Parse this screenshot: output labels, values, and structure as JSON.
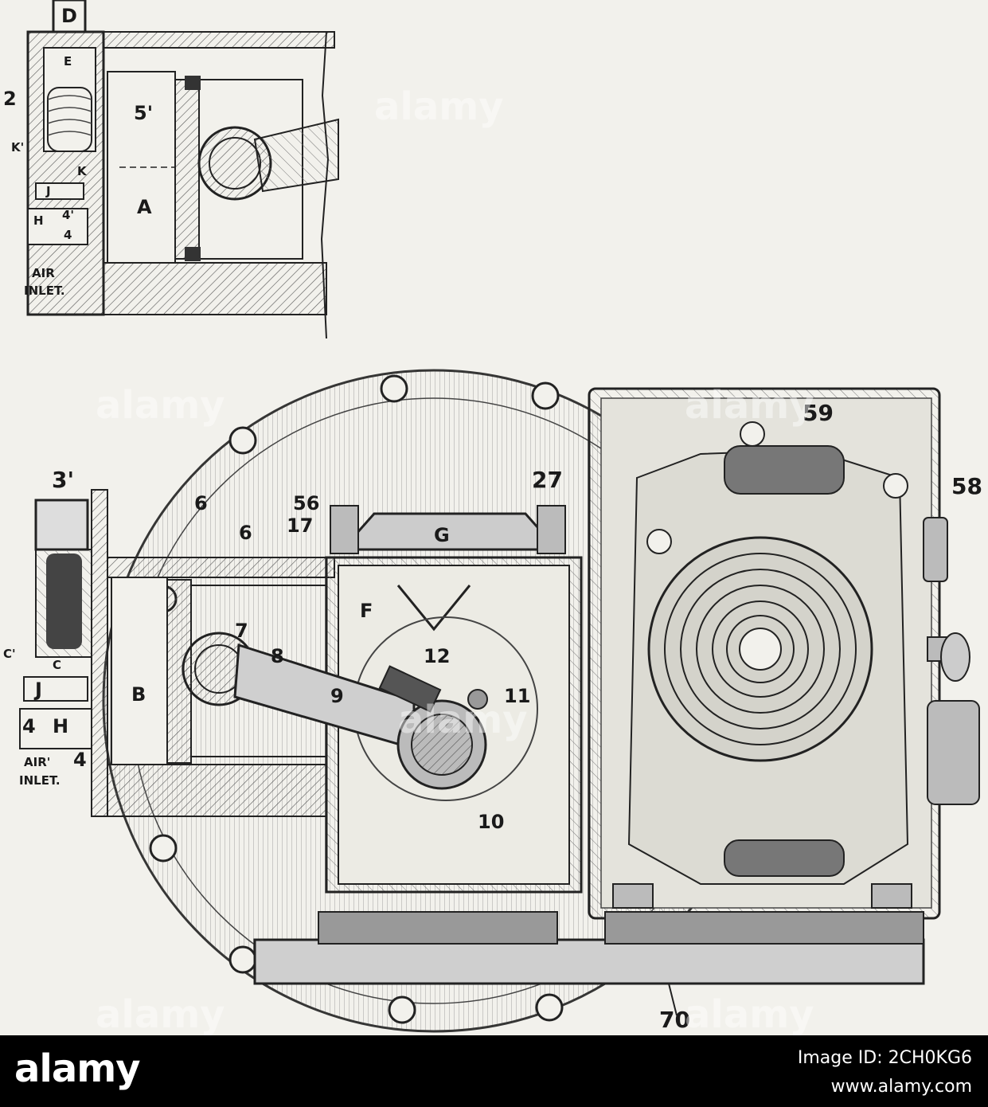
{
  "diagram": {
    "top_detail_labels": {
      "d": "D",
      "e": "E",
      "two": "2",
      "five_prime": "5'",
      "k_prime": "K'",
      "k": "K",
      "j": "J",
      "h": "H",
      "four_prime": "4'",
      "four": "4",
      "a": "A",
      "air": "AIR",
      "inlet": "INLET."
    },
    "main_labels": {
      "three_prime": "3'",
      "six_a": "6",
      "six_b": "6",
      "fifty_six": "56",
      "seventeen": "17",
      "twenty_seven": "27",
      "g": "G",
      "f": "F",
      "seven": "7",
      "eight": "8",
      "nine": "9",
      "twelve": "12",
      "eleven": "11",
      "ten": "10",
      "c_prime": "C'",
      "c": "C",
      "b": "B",
      "j": "J",
      "h": "H",
      "four_a": "4",
      "four_b": "4",
      "air": "AIR'",
      "inlet": "INLET.",
      "fifty_nine": "59",
      "fifty_eight": "58",
      "seventy": "70"
    },
    "watermark": "alamy"
  },
  "footer": {
    "brand": "alamy",
    "image_id": "Image ID: 2CH0KG6",
    "url": "www.alamy.com"
  }
}
